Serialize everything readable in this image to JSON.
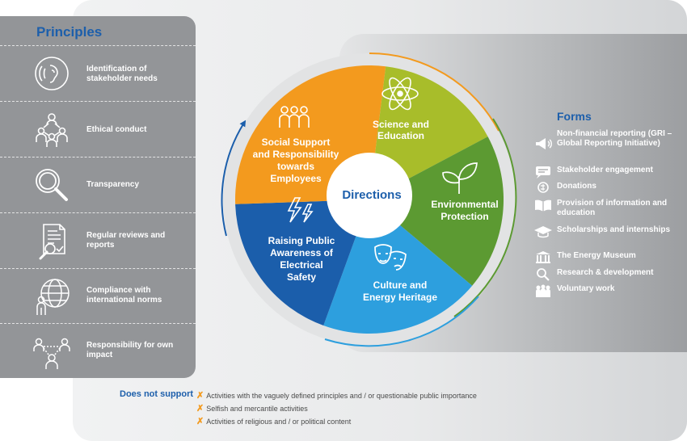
{
  "principles": {
    "title": "Principles",
    "items": [
      {
        "label": "Identification of stakeholder needs",
        "icon": "ear-icon"
      },
      {
        "label": "Ethical conduct",
        "icon": "people-network-icon"
      },
      {
        "label": "Transparency",
        "icon": "magnifier-icon"
      },
      {
        "label": "Regular reviews and reports",
        "icon": "report-review-icon"
      },
      {
        "label": "Compliance with international norms",
        "icon": "globe-person-icon"
      },
      {
        "label": "Responsibility for own impact",
        "icon": "people-impact-icon"
      }
    ]
  },
  "directions": {
    "center": "Directions",
    "sectors": [
      {
        "label": "Science and Education",
        "icon": "atom-icon",
        "color": "#a8bd2a"
      },
      {
        "label": "Environmental Protection",
        "icon": "leaves-icon",
        "color": "#5c9a32"
      },
      {
        "label": "Culture and Energy Heritage",
        "icon": "theatre-masks-icon",
        "color": "#2d9fde"
      },
      {
        "label": "Raising Public Awareness of Electrical Safety",
        "icon": "lightning-icon",
        "color": "#1b5eab"
      },
      {
        "label": "Social Support and Responsibility towards Employees",
        "icon": "employees-icon",
        "color": "#f39a1e"
      }
    ]
  },
  "forms": {
    "title": "Forms",
    "items": [
      {
        "label": "Non-financial reporting (GRI – Global Reporting Initiative)",
        "icon": "megaphone-icon"
      },
      {
        "label": "Stakeholder engagement",
        "icon": "chat-icon"
      },
      {
        "label": "Donations",
        "icon": "donation-hand-icon"
      },
      {
        "label": "Provision of information and education",
        "icon": "book-icon"
      },
      {
        "label": "Scholarships and internships",
        "icon": "graduation-cap-icon"
      },
      {
        "label": "The Energy Museum",
        "icon": "museum-icon"
      },
      {
        "label": "Research & development",
        "icon": "search-icon"
      },
      {
        "label": "Voluntary work",
        "icon": "volunteers-icon"
      }
    ]
  },
  "not_support": {
    "title": "Does not support",
    "marker_color": "#f39a1e",
    "items": [
      "Activities with the vaguely defined principles and / or questionable public importance",
      "Selfish and mercantile activities",
      "Activities of religious and / or political content"
    ]
  }
}
